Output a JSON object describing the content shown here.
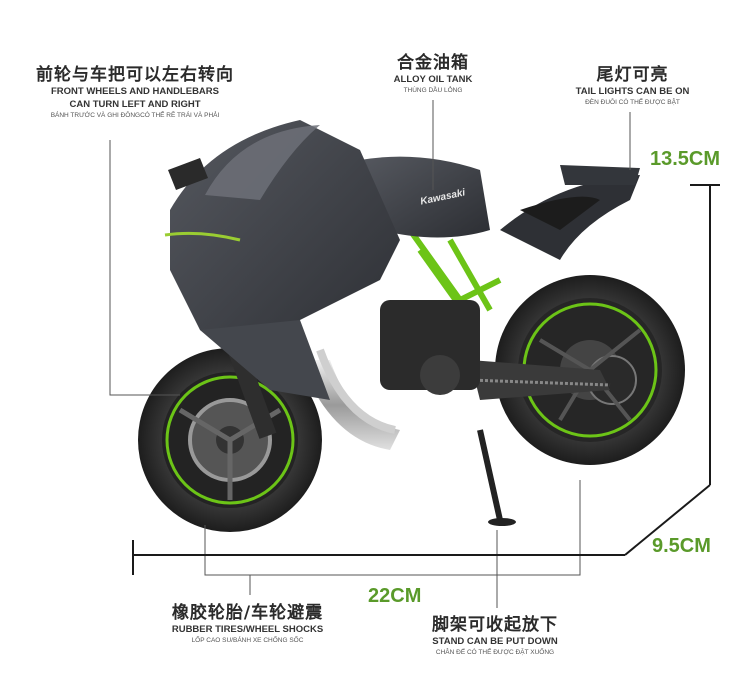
{
  "callouts": {
    "front": {
      "cn": "前轮与车把可以左右转向",
      "en1": "FRONT WHEELS AND HANDLEBARS",
      "en2": "CAN TURN LEFT AND RIGHT",
      "vn": "BÁNH TRƯỚC VÀ GHI ĐÔNGCÓ THỂ RẼ TRÁI VÀ PHẢI"
    },
    "tank": {
      "cn": "合金油箱",
      "en": "ALLOY OIL TANK",
      "vn": "THÙNG DẦU LỎNG"
    },
    "tail": {
      "cn": "尾灯可亮",
      "en": "TAIL LIGHTS CAN BE ON",
      "vn": "ĐÈN ĐUÔI CÓ THỂ ĐƯỢC BẬT"
    },
    "tires": {
      "cn": "橡胶轮胎/车轮避震",
      "en": "RUBBER TIRES/WHEEL SHOCKS",
      "vn": "LỐP CAO SU/BÁNH XE CHỐNG SỐC"
    },
    "stand": {
      "cn": "脚架可收起放下",
      "en": "STAND CAN BE PUT DOWN",
      "vn": "CHÂN ĐẾ CÓ THỂ ĐƯỢC ĐẶT XUỐNG"
    }
  },
  "dimensions": {
    "height": "13.5CM",
    "width": "9.5CM",
    "length": "22CM"
  },
  "product": {
    "brand_text": "Kawasaki"
  },
  "colors": {
    "dimension_green": "#5a9a2a",
    "kawasaki_green": "#6cc417",
    "body_dark": "#3a3d44"
  }
}
